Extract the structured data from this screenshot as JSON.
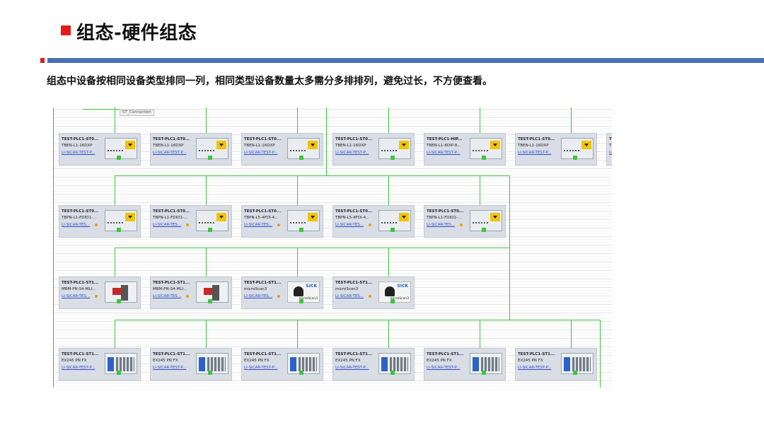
{
  "header": {
    "title": "组态-硬件组态",
    "subtitle": "组态中设备按相同设备类型排同一列，相同类型设备数量太多需分多排排列，避免过长，不方便查看。"
  },
  "network": {
    "connection_label": "S7_Connection",
    "bus_color": "#3ec43e"
  },
  "rows": [
    {
      "devices": [
        {
          "name": "TEST-PLC1-ST0...",
          "type": "TBEN-L1-16DXP",
          "link": "LI-SICAR-TEST-P...",
          "icon": "io-module-icon",
          "dot": false
        },
        {
          "name": "TEST-PLC1-ST0...",
          "type": "TBEN-L1-16DXP",
          "link": "LI-SICAR-TEST-P...",
          "icon": "io-module-icon",
          "dot": false
        },
        {
          "name": "TEST-PLC1-ST0...",
          "type": "TBEN-L1-16DXP",
          "link": "LI-SICAR-TEST-P...",
          "icon": "io-module-icon",
          "dot": false
        },
        {
          "name": "TEST-PLC1-ST0...",
          "type": "TBEN-L1-16DXP",
          "link": "LI-SICAR-TEST-P...",
          "icon": "io-module-icon",
          "dot": false
        },
        {
          "name": "TEST-PLC1-HIP...",
          "type": "TBEN-L1-8DIP-8...",
          "link": "LI-SICAR-TEST-P...",
          "icon": "io-module-icon",
          "dot": false
        },
        {
          "name": "TEST-PLC1-ST0...",
          "type": "TBEN-L1-16DXP",
          "link": "LI-SICAR-TEST-P...",
          "icon": "io-module-icon",
          "dot": false
        },
        {
          "name": "TE",
          "type": "TE",
          "link": "LI",
          "icon": "io-module-icon",
          "dot": false
        }
      ]
    },
    {
      "devices": [
        {
          "name": "TEST-PLC1-ST0...",
          "type": "TBPN-L1-FDIO1-...",
          "link": "LI-SICAR-TES...",
          "icon": "io-module-icon",
          "dot": true
        },
        {
          "name": "TEST-PLC1-ST0...",
          "type": "TBPN-L1-FDIO1-...",
          "link": "LI-SICAR-TES...",
          "icon": "io-module-icon",
          "dot": true
        },
        {
          "name": "TEST-PLC1-ST0...",
          "type": "TBPN-L5-4FDI-4...",
          "link": "LI-SICAR-TES...",
          "icon": "io-module-icon",
          "dot": true
        },
        {
          "name": "TEST-PLC1-ST0...",
          "type": "TBPN-L5-4FDI-4...",
          "link": "LI-SICAR-TES...",
          "icon": "io-module-icon",
          "dot": true
        },
        {
          "name": "TEST-PLC1-ST0...",
          "type": "TBPN-L1-FDIO1-...",
          "link": "LI-SICAR-TES...",
          "icon": "io-module-icon",
          "dot": true
        }
      ]
    },
    {
      "devices": [
        {
          "name": "TEST-PLC1-ST1...",
          "type": "MBM-PN-S4-MLI...",
          "link": "LI-SICAR-TES...",
          "icon": "mbm-module-icon",
          "dot": true
        },
        {
          "name": "TEST-PLC1-ST1...",
          "type": "MBM-PN-S4-MLI...",
          "link": "LI-SICAR-TES...",
          "icon": "mbm-module-icon",
          "dot": true
        },
        {
          "name": "TEST-PLC1-ST1...",
          "type": "microScan3",
          "link": "LI-SICAR-TES...",
          "icon": "sick-scanner-icon",
          "dot": true
        },
        {
          "name": "TEST-PLC1-ST1...",
          "type": "microScan3",
          "link": "LI-SICAR-TES...",
          "icon": "sick-scanner-icon",
          "dot": true
        }
      ]
    },
    {
      "devices": [
        {
          "name": "TEST-PLC1-ST1...",
          "type": "EX245 PN FX",
          "link": "LI-SICAR-TEST-P...",
          "icon": "valve-terminal-icon",
          "dot": false
        },
        {
          "name": "TEST-PLC1-ST1...",
          "type": "EX245 PN FX",
          "link": "LI-SICAR-TEST-P...",
          "icon": "valve-terminal-icon",
          "dot": false
        },
        {
          "name": "TEST-PLC1-ST1...",
          "type": "EX245 PN FX",
          "link": "LI-SICAR-TEST-P...",
          "icon": "valve-terminal-icon",
          "dot": false
        },
        {
          "name": "TEST-PLC1-ST1...",
          "type": "EX245 PN FX",
          "link": "LI-SICAR-TEST-P...",
          "icon": "valve-terminal-icon",
          "dot": false
        },
        {
          "name": "TEST-PLC1-ST1...",
          "type": "EX245 PN FX",
          "link": "LI-SICAR-TEST-P...",
          "icon": "valve-terminal-icon",
          "dot": false
        },
        {
          "name": "TEST-PLC1-ST1...",
          "type": "EX245 PN FX",
          "link": "LI-SICAR-TEST-P...",
          "icon": "valve-terminal-icon",
          "dot": false
        }
      ]
    }
  ],
  "sick_logo_text": "SICK",
  "sick_product_text": "microScan3",
  "colors": {
    "accent_red": "#e31b1b",
    "rule_blue": "#4a6fb5",
    "link_blue": "#2d4fc7"
  }
}
